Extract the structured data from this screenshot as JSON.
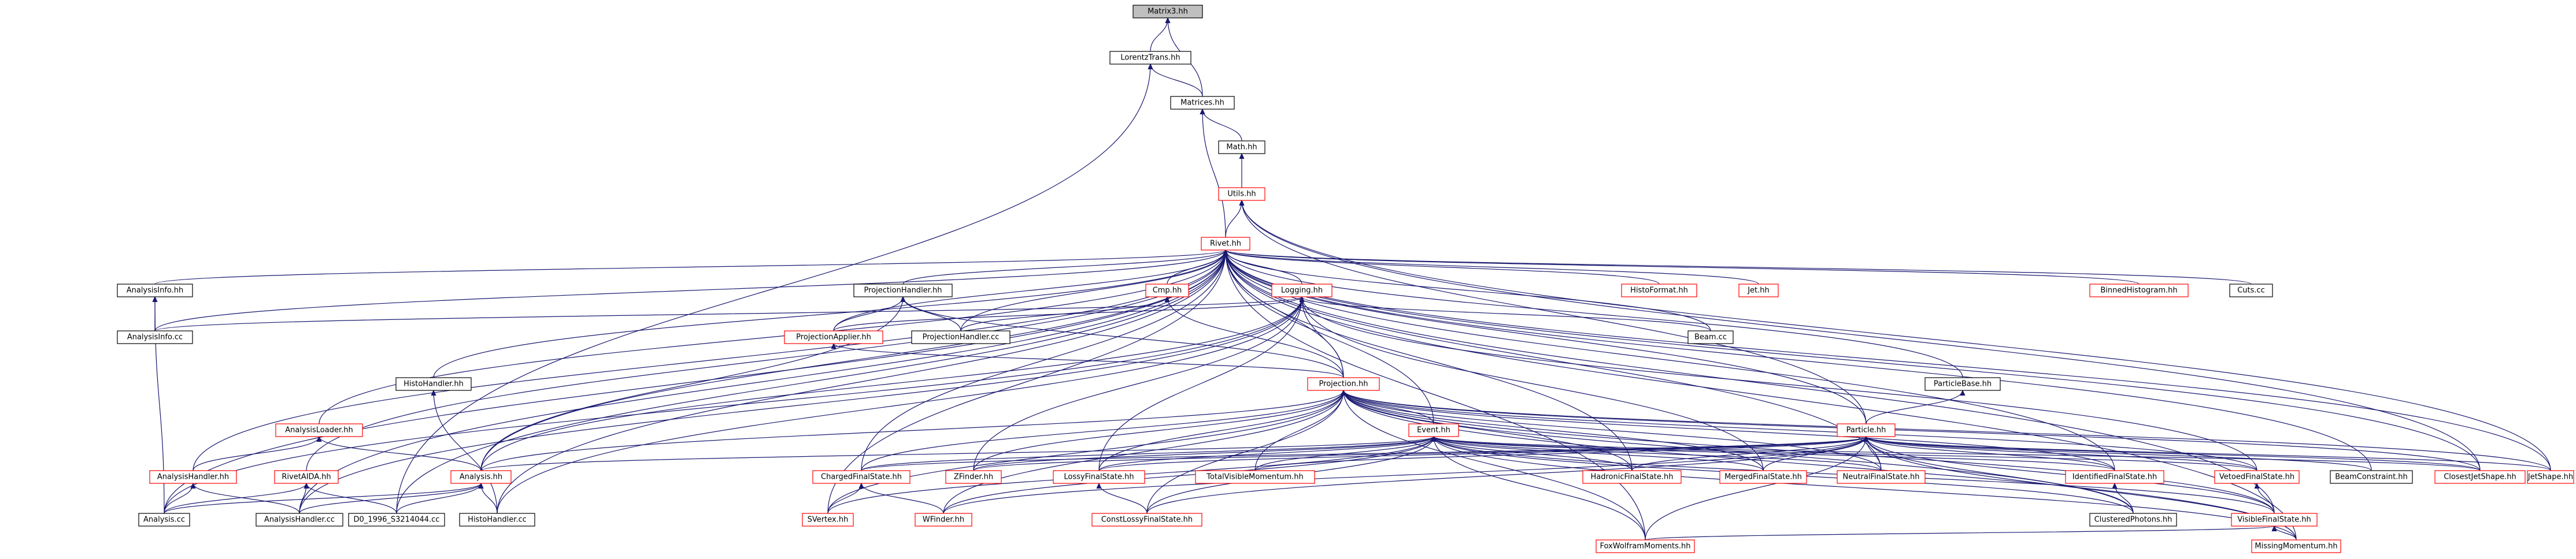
{
  "colors": {
    "background": "#ffffff",
    "node_border": "#000000",
    "node_border_truncated": "#ff0000",
    "root_fill": "#bfbfbf",
    "edge": "#191970"
  },
  "nodes": {
    "matrix3": "Matrix3.hh",
    "lorentztrans": "LorentzTrans.hh",
    "matrices": "Matrices.hh",
    "math": "Math.hh",
    "utils": "Utils.hh",
    "rivet": "Rivet.hh",
    "analysisinfo_hh": "AnalysisInfo.hh",
    "analysisinfo_cc": "AnalysisInfo.cc",
    "projectionhandler_hh": "ProjectionHandler.hh",
    "projectionhandler_cc": "ProjectionHandler.cc",
    "projectionapplier": "ProjectionApplier.hh",
    "cmp": "Cmp.hh",
    "logging": "Logging.hh",
    "histoformat": "HistoFormat.hh",
    "jet": "Jet.hh",
    "binnedhistogram": "BinnedHistogram.hh",
    "cuts": "Cuts.cc",
    "beam": "Beam.cc",
    "histohandler_hh": "HistoHandler.hh",
    "projection": "Projection.hh",
    "particlebase": "ParticleBase.hh",
    "analysisloader": "AnalysisLoader.hh",
    "event": "Event.hh",
    "particle": "Particle.hh",
    "analysishandler_hh": "AnalysisHandler.hh",
    "rivetaida": "RivetAIDA.hh",
    "analysis_hh": "Analysis.hh",
    "chargedfs": "ChargedFinalState.hh",
    "zfinder": "ZFinder.hh",
    "lossyfs": "LossyFinalState.hh",
    "totalvisible": "TotalVisibleMomentum.hh",
    "hadronicfs": "HadronicFinalState.hh",
    "mergedfs": "MergedFinalState.hh",
    "neutralfs": "NeutralFinalState.hh",
    "identifiedfs": "IdentifiedFinalState.hh",
    "vetoedfs": "VetoedFinalState.hh",
    "beamconstraint": "BeamConstraint.hh",
    "closestjetshape": "ClosestJetShape.hh",
    "jetshape": "JetShape.hh",
    "analysis_cc": "Analysis.cc",
    "analysishandler_cc": "AnalysisHandler.cc",
    "d0_1996": "D0_1996_S3214044.cc",
    "histohandler_cc": "HistoHandler.cc",
    "sisalex": "SVertex.hh",
    "wfinder": "WFinder.hh",
    "constlossyfs": "ConstLossyFinalState.hh",
    "clusteredphotons": "ClusteredPhotons.hh",
    "visiblefs": "VisibleFinalState.hh",
    "foxwolfram": "FoxWolframMoments.hh",
    "missingmomentum": "MissingMomentum.hh"
  }
}
